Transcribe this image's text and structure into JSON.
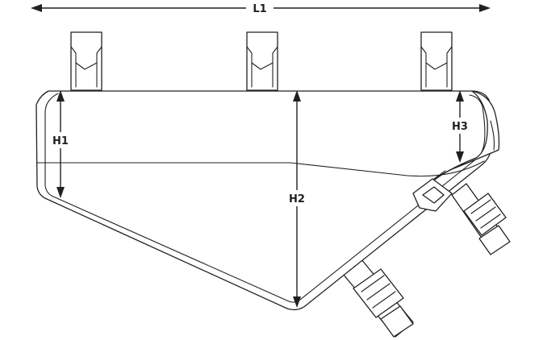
{
  "dimensions": {
    "length": "L1",
    "height_front": "H1",
    "height_middle": "H2",
    "height_rear": "H3"
  },
  "colors": {
    "line": "#231f20",
    "background": "#ffffff"
  }
}
